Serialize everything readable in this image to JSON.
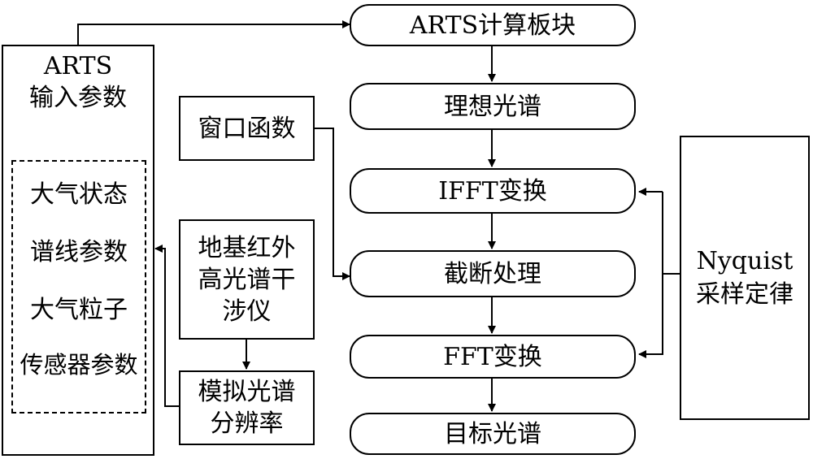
{
  "left_panel": {
    "title_line1": "ARTS",
    "title_line2": "输入参数",
    "items": [
      "大气状态",
      "谱线参数",
      "大气粒子",
      "传感器参数"
    ]
  },
  "window_box": {
    "label": "窗口函数"
  },
  "interferometer_box": {
    "line1": "地基红外",
    "line2": "高光谱干",
    "line3": "涉仪"
  },
  "resolution_box": {
    "line1": "模拟光谱",
    "line2": "分辨率"
  },
  "flow": [
    "ARTS计算板块",
    "理想光谱",
    "IFFT变换",
    "截断处理",
    "FFT变换",
    "目标光谱"
  ],
  "nyquist_box": {
    "line1": "Nyquist",
    "line2": "采样定律"
  }
}
